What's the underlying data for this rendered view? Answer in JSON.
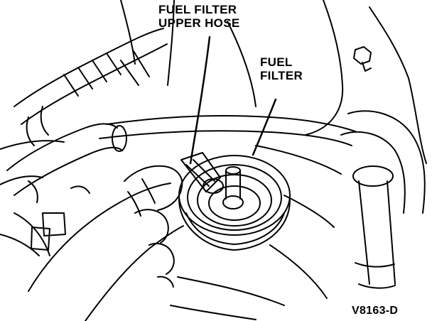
{
  "labels": {
    "upper_hose": [
      "FUEL FILTER",
      "UPPER HOSE"
    ],
    "fuel_filter": [
      "FUEL",
      "FILTER"
    ],
    "figure_id": "V8163-D"
  },
  "colors": {
    "ink": "#000000",
    "paper": "#ffffff"
  }
}
